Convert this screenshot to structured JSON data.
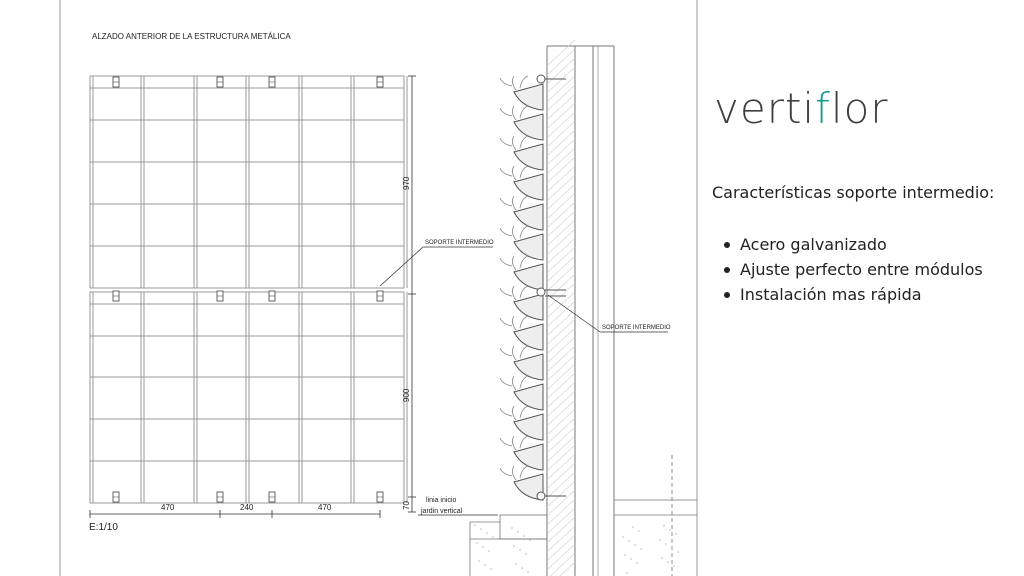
{
  "drawing": {
    "title": "ALZADO ANTERIOR DE LA ESTRUCTURA METÁLICA",
    "scale": "E:1/10",
    "callout_front": "SOPORTE INTERMEDIO",
    "callout_side": "SOPORTE INTERMEDIO",
    "dim_upper": "970",
    "dim_lower": "900",
    "dim_bottom": "70",
    "dim_width_1": "470",
    "dim_width_2": "240",
    "dim_width_3": "470",
    "start_line_1": "linia inicio",
    "start_line_2": "jardin vertical"
  },
  "panel": {
    "brand_a": "verti",
    "brand_b": "f",
    "brand_c": "lor",
    "features_title": "Características soporte intermedio:",
    "features": [
      "Acero galvanizado",
      "Ajuste perfecto entre módulos",
      "Instalación mas rápida"
    ]
  },
  "colors": {
    "accent": "#1a9a8c",
    "brand": "#3f3f3f",
    "line": "#555555"
  }
}
